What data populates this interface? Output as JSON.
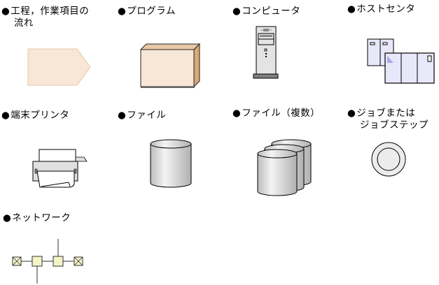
{
  "legend": {
    "items": [
      {
        "id": "process",
        "bullet": "●",
        "label_lines": [
          "工程，作業項目の",
          "流れ"
        ],
        "icon": "process-flow-arrow-icon"
      },
      {
        "id": "program",
        "bullet": "●",
        "label_lines": [
          "プログラム"
        ],
        "icon": "program-box-icon"
      },
      {
        "id": "computer",
        "bullet": "●",
        "label_lines": [
          "コンピュータ"
        ],
        "icon": "computer-tower-icon"
      },
      {
        "id": "host",
        "bullet": "●",
        "label_lines": [
          "ホストセンタ"
        ],
        "icon": "host-center-icon"
      },
      {
        "id": "printer",
        "bullet": "●",
        "label_lines": [
          "端末プリンタ"
        ],
        "icon": "printer-icon"
      },
      {
        "id": "file",
        "bullet": "●",
        "label_lines": [
          "ファイル"
        ],
        "icon": "file-cylinder-icon"
      },
      {
        "id": "files",
        "bullet": "●",
        "label_lines": [
          "ファイル（複数）"
        ],
        "icon": "multiple-files-cylinder-icon"
      },
      {
        "id": "job",
        "bullet": "●",
        "label_lines": [
          "ジョブまたは",
          "ジョブステップ"
        ],
        "icon": "job-circle-icon"
      },
      {
        "id": "network",
        "bullet": "●",
        "label_lines": [
          "ネットワーク"
        ],
        "icon": "network-icon"
      }
    ]
  },
  "colors": {
    "process_fill": "#f8e6d6",
    "process_stroke": "#e6c8a6",
    "program_front": "#f8e6d6",
    "program_top": "#e8c8a8",
    "program_side": "#d8a878",
    "computer_body": "#e4e4e4",
    "computer_base": "#808080",
    "computer_led": "#90e090",
    "host_fill": "#e8e8fa",
    "host_accent": "#a8a8f0",
    "printer_gray": "#e0e0e0",
    "cylinder_gray": "#d0d0d0",
    "job_fill": "#ececec",
    "network_node": "#f4f4c8"
  }
}
